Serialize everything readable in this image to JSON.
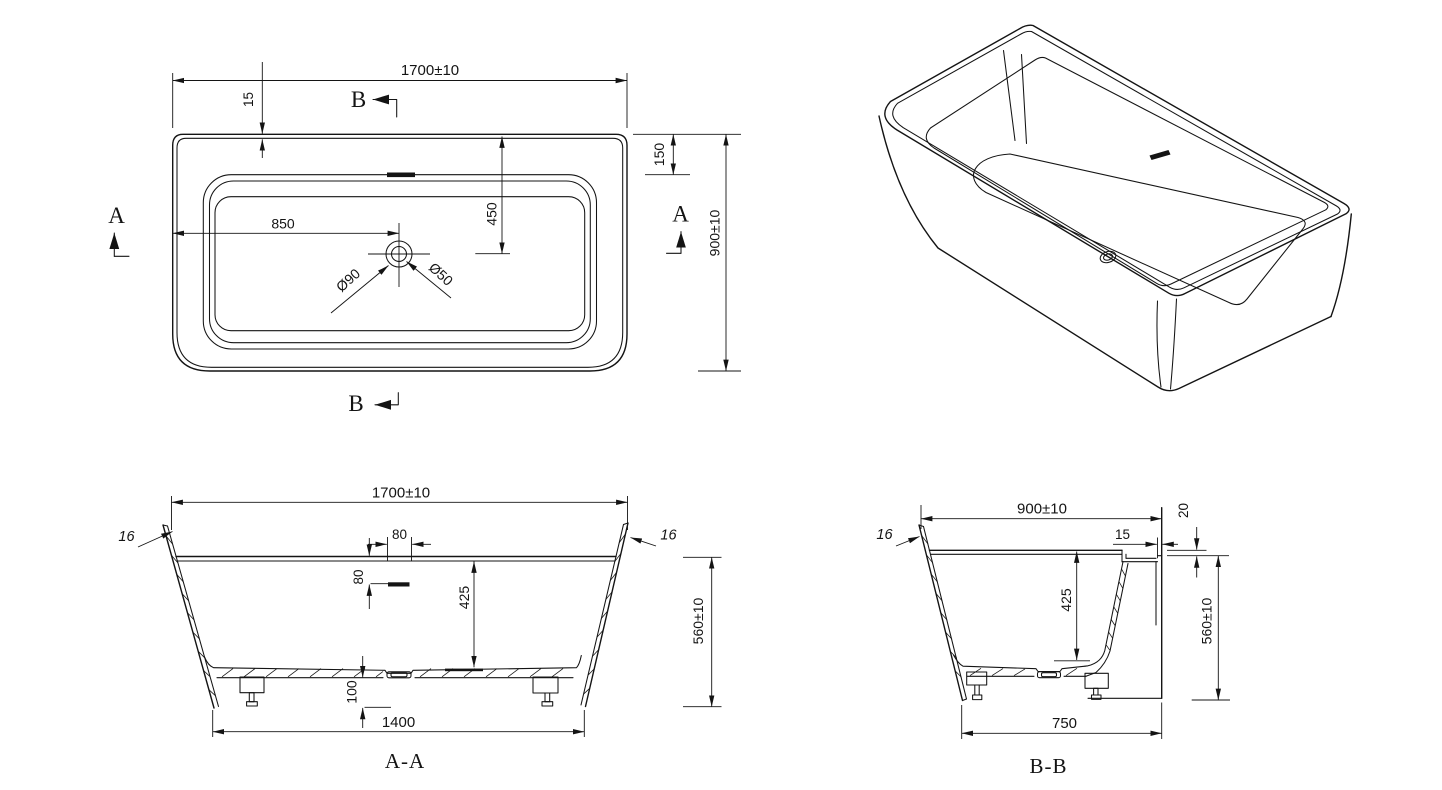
{
  "sheet": {
    "background": "#ffffff",
    "line_color": "#141414"
  },
  "top_view": {
    "dim_length": "1700±10",
    "dim_lip": "15",
    "dim_back_deck": "150",
    "dim_width": "900±10",
    "dim_drain_from_left": "850",
    "dim_drain_from_back": "450",
    "label_drain_recess": "Ø90",
    "label_drain_hole": "Ø50",
    "section_a": "A",
    "section_b": "B"
  },
  "section_aa": {
    "label": "A-A",
    "dim_length": "1700±10",
    "dim_wall": "16",
    "dim_overflow_width": "80",
    "dim_overflow_drop": "80",
    "dim_depth": "425",
    "dim_height": "560±10",
    "dim_bottom_clearance": "100",
    "dim_base_length": "1400"
  },
  "section_bb": {
    "label": "B-B",
    "dim_width": "900±10",
    "dim_wall": "16",
    "dim_back_lip": "15",
    "dim_ledge_drop": "20",
    "dim_depth": "425",
    "dim_height": "560±10",
    "dim_base_width": "750"
  }
}
